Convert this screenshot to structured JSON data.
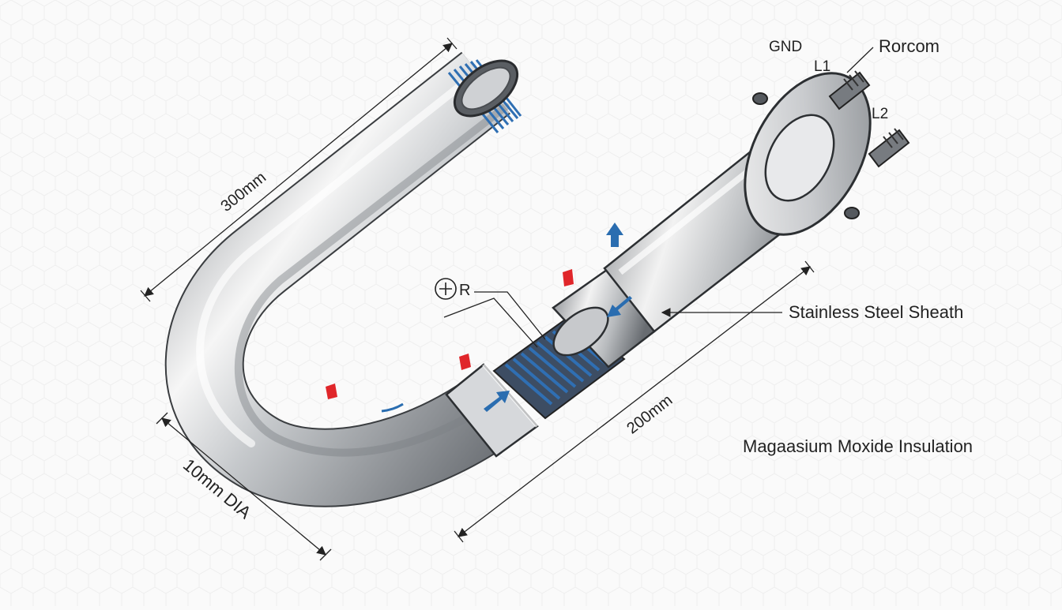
{
  "labels": {
    "length_top": "300mm",
    "length_bottom": "200mm",
    "diameter": "10mm DIA",
    "terminal_gnd": "GND",
    "terminal_l1": "L1",
    "terminal_l2": "L2",
    "terminal_rorcom": "Rorcom",
    "radius": "R",
    "sheath": "Stainless Steel Sheath",
    "insulation": "Magaasium Moxide Insulation"
  },
  "colors": {
    "background": "#fafafa",
    "steel_light": "#f4f4f4",
    "steel_mid": "#b9bcbf",
    "steel_dark": "#6e7277",
    "thread_blue": "#2f6fb3",
    "arrow_blue": "#2a6db0",
    "marker_red": "#e0262a",
    "dimension_line": "#222222"
  },
  "icons": {
    "flow_arrow": "arrow-icon",
    "heat_marker": "red-marker-icon",
    "radius_symbol": "circle-plus-icon"
  }
}
